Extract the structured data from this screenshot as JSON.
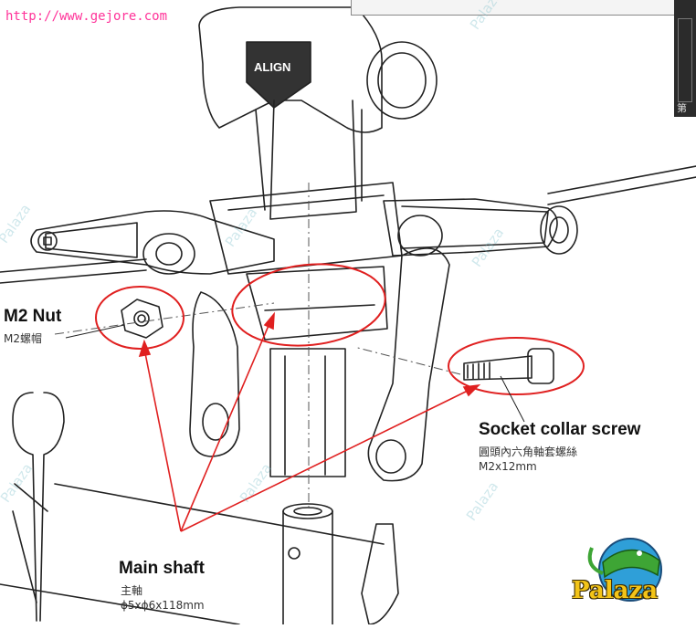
{
  "header": {
    "url": "http://www.gejore.com"
  },
  "popup": {
    "text": ""
  },
  "sidepanel": {
    "glyph": "第"
  },
  "labels": {
    "m2_nut": {
      "title": "M2 Nut",
      "subtitle": "M2螺帽"
    },
    "socket_collar_screw": {
      "title": "Socket collar screw",
      "subtitle": "圓頭內六角軸套螺絲",
      "spec": "M2x12mm"
    },
    "main_shaft": {
      "title": "Main shaft",
      "subtitle": "主軸",
      "spec": "ϕ5xϕ6x118mm"
    }
  },
  "drawing": {
    "brand": "ALIGN"
  },
  "watermark": {
    "text": "Palaza"
  },
  "logo": {
    "text": "Palaza"
  },
  "colors": {
    "highlight": "#e02020",
    "line": "#222222",
    "url": "#ff3399"
  }
}
